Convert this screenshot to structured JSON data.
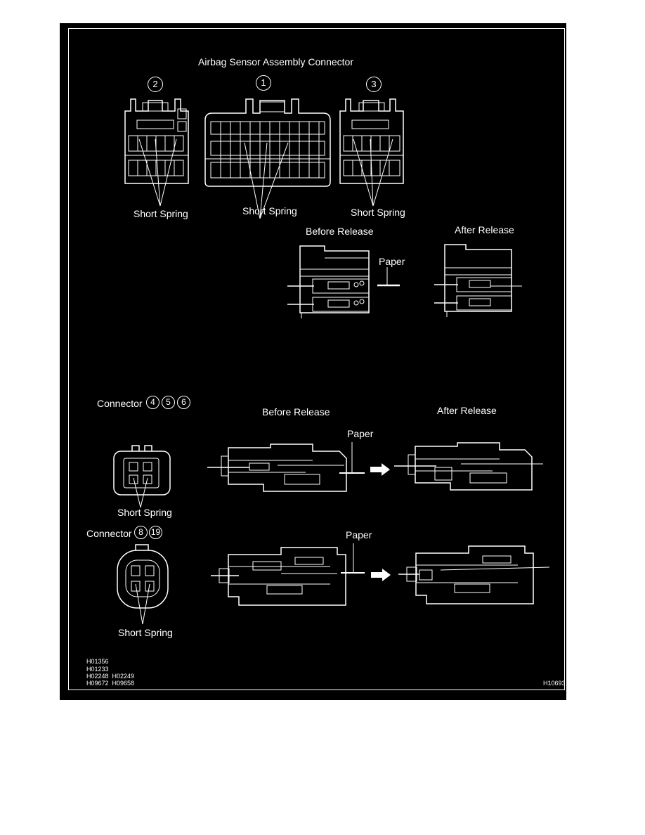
{
  "title": "Airbag Sensor Assembly Connector",
  "connector_numbers": {
    "c1": "1",
    "c2": "2",
    "c3": "3"
  },
  "short_spring_label": "Short Spring",
  "before_release_label": "Before Release",
  "after_release_label": "After Release",
  "paper_label": "Paper",
  "connector_group_a": {
    "prefix": "Connector",
    "numbers": [
      "4",
      "5",
      "6"
    ]
  },
  "connector_group_b": {
    "prefix": "Connector",
    "numbers": [
      "8",
      "19"
    ]
  },
  "reference_codes": [
    "H01356",
    "H01233",
    "H02248  H02249",
    "H09672  H09658"
  ],
  "figure_code": "H10693",
  "colors": {
    "background": "#000000",
    "line": "#ffffff",
    "page": "#ffffff"
  }
}
